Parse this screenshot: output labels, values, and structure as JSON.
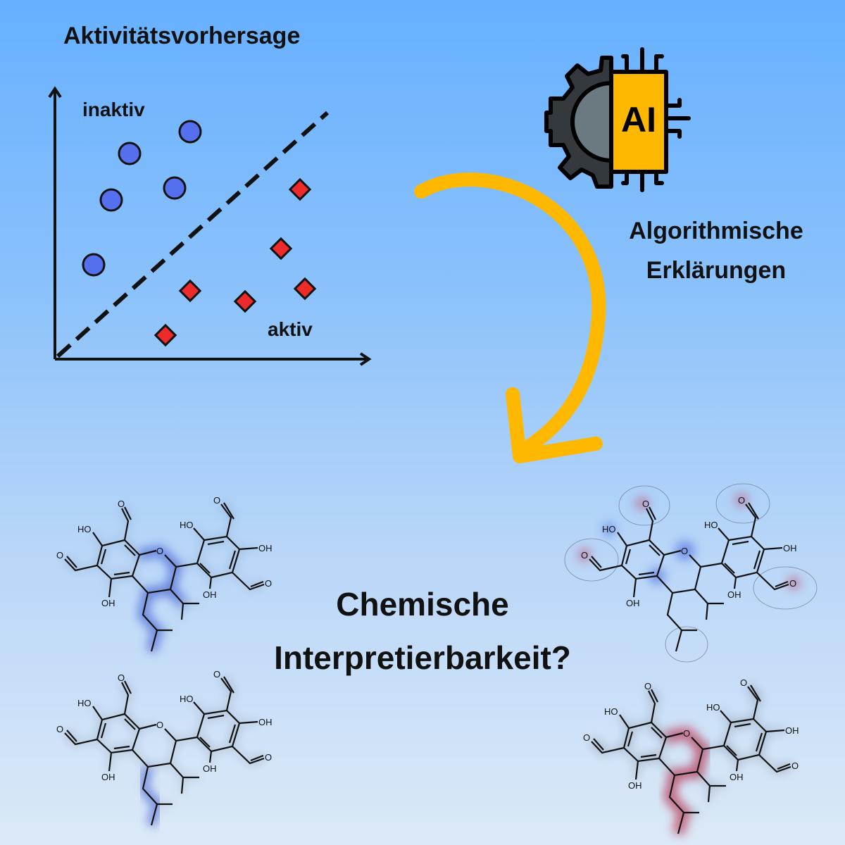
{
  "title": "Aktivitätsvorhersage",
  "plot": {
    "label_inactive": "inaktiv",
    "label_active": "aktiv"
  },
  "explain": {
    "line1": "Algorithmische",
    "line2": "Erklärungen",
    "icon_text": "AI"
  },
  "question": {
    "line1": "Chemische",
    "line2": "Interpretierbarkeit?"
  },
  "colors": {
    "inactive": "#5470ee",
    "active": "#ee2b2b",
    "arrow": "#ffb800",
    "chip": "#ffb800",
    "gear": "#34393e"
  },
  "molecule_labels": {
    "o": "O",
    "oh": "OH",
    "ho": "HO"
  }
}
